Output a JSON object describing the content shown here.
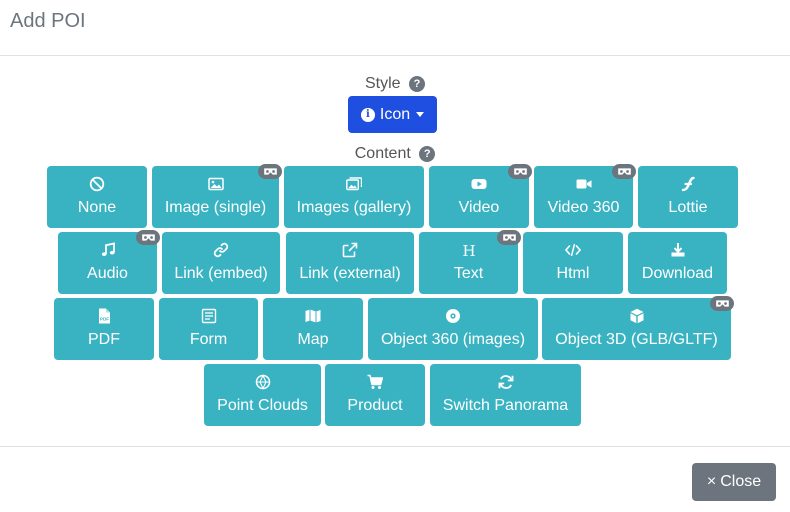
{
  "modal": {
    "title": "Add POI"
  },
  "style_section": {
    "label": "Style",
    "help_icon": "?",
    "selected": "Icon",
    "info_icon": "i"
  },
  "content_section": {
    "label": "Content",
    "help_icon": "?"
  },
  "buttons": [
    {
      "label": "None",
      "icon": "ban-icon",
      "vr": false
    },
    {
      "label": "Image (single)",
      "icon": "image-icon",
      "vr": true
    },
    {
      "label": "Images (gallery)",
      "icon": "images-icon",
      "vr": false
    },
    {
      "label": "Video",
      "icon": "youtube-icon",
      "vr": true
    },
    {
      "label": "Video 360",
      "icon": "video-camera-icon",
      "vr": true
    },
    {
      "label": "Lottie",
      "icon": "lottie-icon",
      "vr": false
    },
    {
      "label": "Audio",
      "icon": "music-icon",
      "vr": true
    },
    {
      "label": "Link (embed)",
      "icon": "link-icon",
      "vr": false
    },
    {
      "label": "Link (external)",
      "icon": "external-link-icon",
      "vr": false
    },
    {
      "label": "Text",
      "icon": "heading-icon",
      "vr": true
    },
    {
      "label": "Html",
      "icon": "code-icon",
      "vr": false
    },
    {
      "label": "Download",
      "icon": "download-icon",
      "vr": false
    },
    {
      "label": "PDF",
      "icon": "pdf-file-icon",
      "vr": false
    },
    {
      "label": "Form",
      "icon": "form-icon",
      "vr": false
    },
    {
      "label": "Map",
      "icon": "map-icon",
      "vr": false
    },
    {
      "label": "Object 360 (images)",
      "icon": "compact-disc-icon",
      "vr": false
    },
    {
      "label": "Object 3D (GLB/GLTF)",
      "icon": "cube-icon",
      "vr": true
    },
    {
      "label": "Point Clouds",
      "icon": "point-cloud-icon",
      "vr": false
    },
    {
      "label": "Product",
      "icon": "shopping-cart-icon",
      "vr": false
    },
    {
      "label": "Switch Panorama",
      "icon": "sync-icon",
      "vr": false
    }
  ],
  "footer": {
    "close_label": "Close",
    "close_icon": "×"
  },
  "colors": {
    "primary": "#1f4fe0",
    "info": "#39b3c2",
    "secondary": "#6c757d"
  }
}
